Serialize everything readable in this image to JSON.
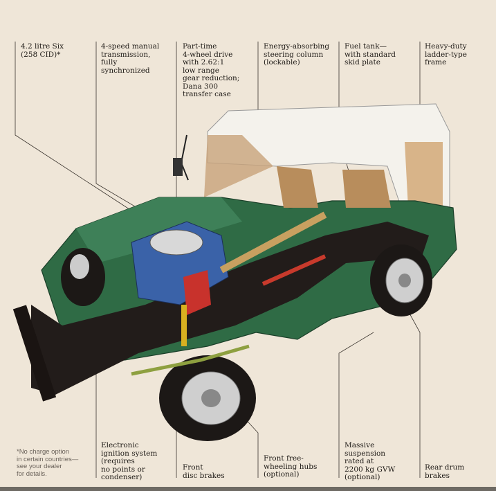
{
  "top_labels": [
    "4.2 litre Six\n(258 CID)*",
    "4-speed manual\ntransmission,\nfully\nsynchronized",
    "Part-time\n4-wheel drive\nwith 2.62:1\nlow range\ngear reduction;\nDana 300\ntransfer case",
    "Energy-absorbing\nsteering column\n(lockable)",
    "Fuel tank—\nwith standard\nskid plate",
    "Heavy-duty\nladder-type\nframe"
  ],
  "bottom_labels": [
    "Electronic\nignition system\n(requires\nno points or\ncondenser)",
    "Front\ndisc brakes",
    "Front free-\nwheeling hubs\n(optional)",
    "Massive\nsuspension\nrated at\n2200 kg GVW\n(optional)",
    "Rear drum\nbrakes"
  ],
  "footnote": "*No charge option\n in certain countries—\n see your dealer\n for details.",
  "colors": {
    "body": "#2f6b45",
    "top": "#f4f2ec",
    "chassis": "#221c1a",
    "engine": "#3a62a8",
    "background": "#efe6d8"
  }
}
